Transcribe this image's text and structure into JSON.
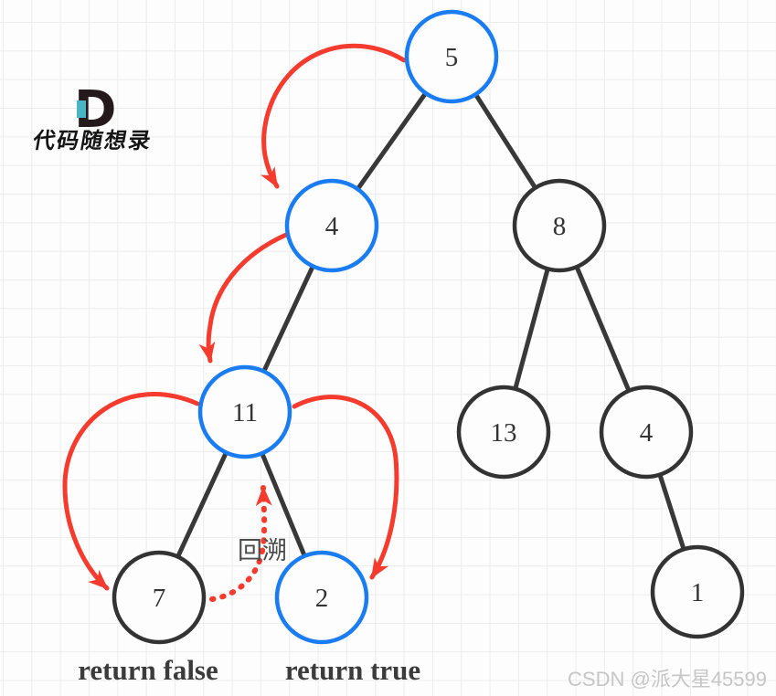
{
  "logo": {
    "letter": "D",
    "brand": "代码随想录"
  },
  "watermark": "CSDN @派大星45599",
  "colors": {
    "highlight_blue": "#1a7cf2",
    "node_black": "#333333",
    "arrow_red": "#f43b2e",
    "label_dark": "#3b3b3b",
    "backtrack_gray": "#4a4a4a",
    "watermark_gray": "#c6c6c6",
    "logo_teal": "#4ab5c4",
    "grid_line": "#ececec"
  },
  "tree": {
    "nodes": [
      {
        "value": "5",
        "highlighted": true
      },
      {
        "value": "4",
        "highlighted": true
      },
      {
        "value": "8",
        "highlighted": false
      },
      {
        "value": "11",
        "highlighted": true
      },
      {
        "value": "13",
        "highlighted": false
      },
      {
        "value": "4",
        "highlighted": false
      },
      {
        "value": "7",
        "highlighted": false
      },
      {
        "value": "2",
        "highlighted": true
      },
      {
        "value": "1",
        "highlighted": false
      }
    ]
  },
  "labels": {
    "backtrack": "回溯",
    "under_node_7": "return false",
    "under_node_2": "return true"
  },
  "arrows": [
    {
      "from": "5",
      "to": "4",
      "style": "solid"
    },
    {
      "from": "4",
      "to": "11",
      "style": "solid"
    },
    {
      "from": "11",
      "to": "7",
      "style": "solid"
    },
    {
      "from": "11",
      "to": "2",
      "style": "solid"
    },
    {
      "from": "7",
      "to": "11",
      "style": "dotted",
      "label": "回溯"
    }
  ]
}
